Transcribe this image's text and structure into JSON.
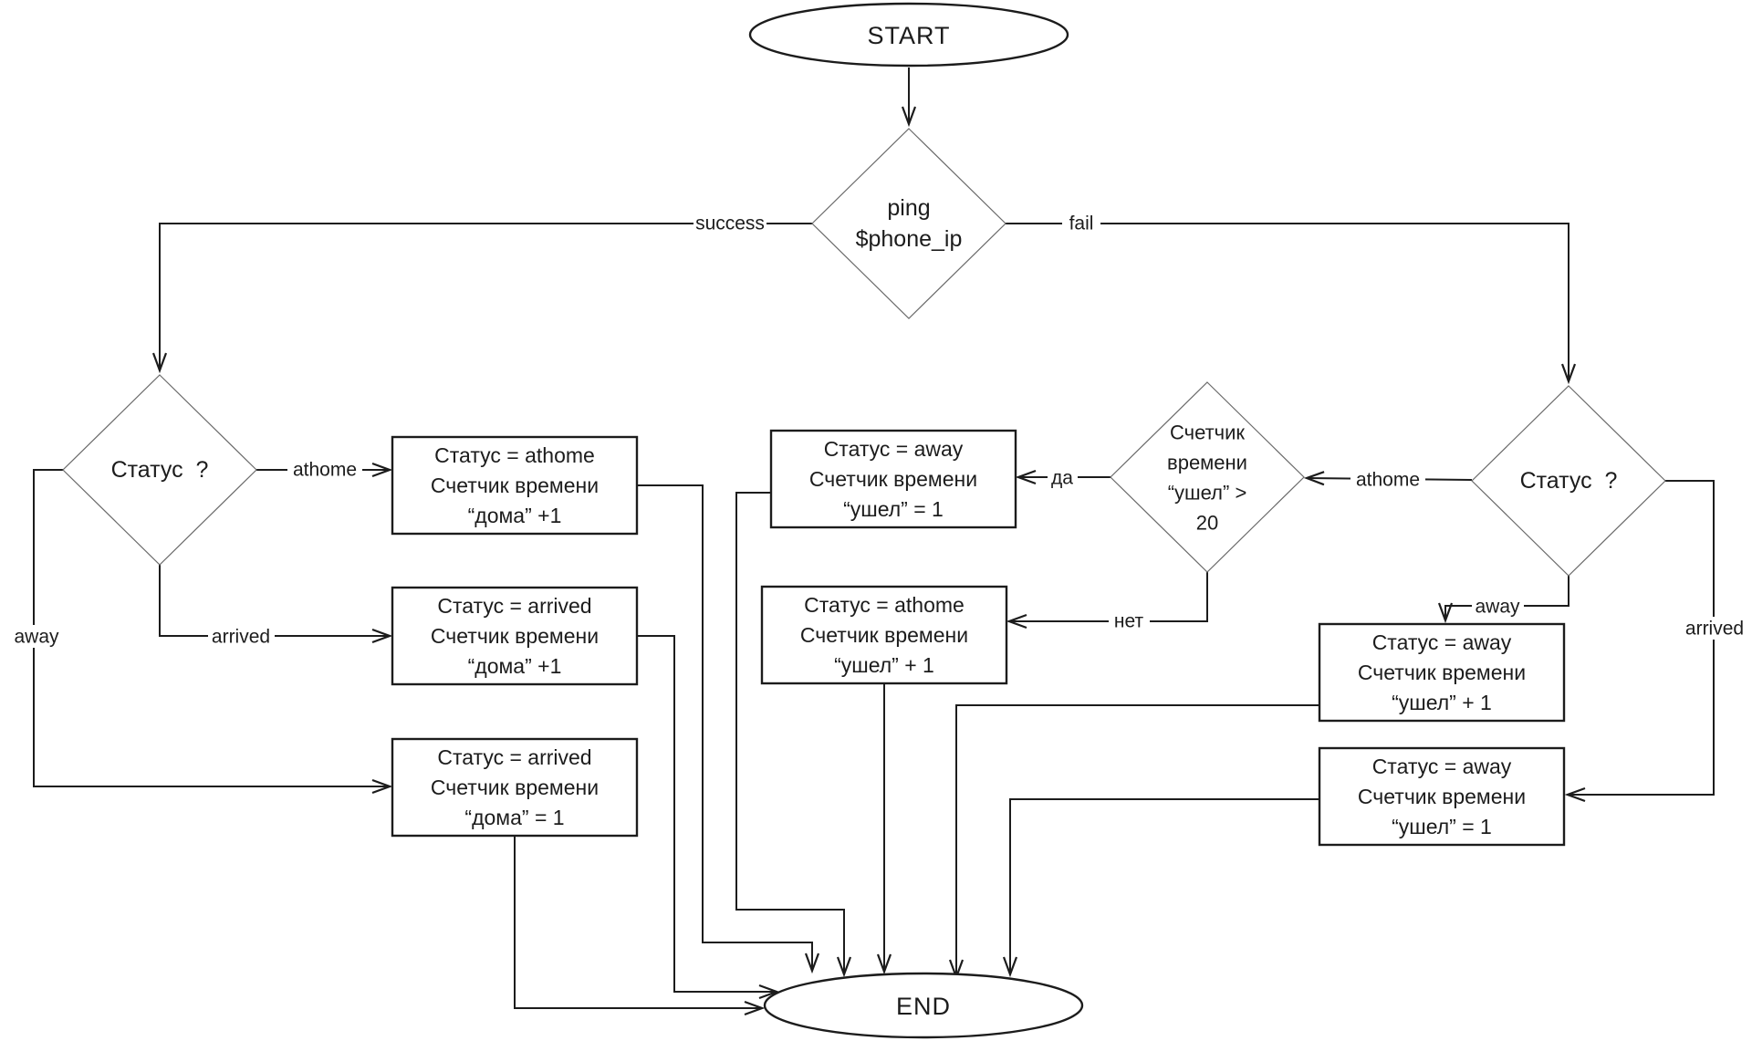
{
  "diagram": {
    "background": "#ffffff",
    "line_color": "#1c1c1c",
    "nodes": {
      "start": {
        "label": "START"
      },
      "ping": {
        "lines": [
          "ping",
          "$phone_ip"
        ]
      },
      "status_left": {
        "label": "Статус  ?"
      },
      "box_athome_home_inc": {
        "lines": [
          "Статус = athome",
          "Счетчик времени",
          "“дома” +1"
        ]
      },
      "box_arrived_home_inc": {
        "lines": [
          "Статус = arrived",
          "Счетчик времени",
          "“дома” +1"
        ]
      },
      "box_arrived_home_set": {
        "lines": [
          "Статус = arrived",
          "Счетчик времени",
          "“дома” = 1"
        ]
      },
      "box_away_gone_set_mid": {
        "lines": [
          "Статус = away",
          "Счетчик времени",
          "“ушел” = 1"
        ]
      },
      "box_athome_gone_inc": {
        "lines": [
          "Статус = athome",
          "Счетчик времени",
          "“ушел” + 1"
        ]
      },
      "counter": {
        "lines": [
          "Счетчик",
          "времени",
          "“ушел” >",
          "20"
        ]
      },
      "status_right": {
        "label": "Статус  ?"
      },
      "box_away_gone_inc": {
        "lines": [
          "Статус = away",
          "Счетчик времени",
          "“ушел” + 1"
        ]
      },
      "box_away_gone_set_right": {
        "lines": [
          "Статус = away",
          "Счетчик времени",
          "“ушел” = 1"
        ]
      },
      "end": {
        "label": "END"
      }
    },
    "edge_labels": {
      "success": "success",
      "fail": "fail",
      "athome_left": "athome",
      "arrived_left": "arrived",
      "away_left": "away",
      "yes": "да",
      "no": "нет",
      "athome_right": "athome",
      "away_right": "away",
      "arrived_right": "arrived"
    }
  }
}
